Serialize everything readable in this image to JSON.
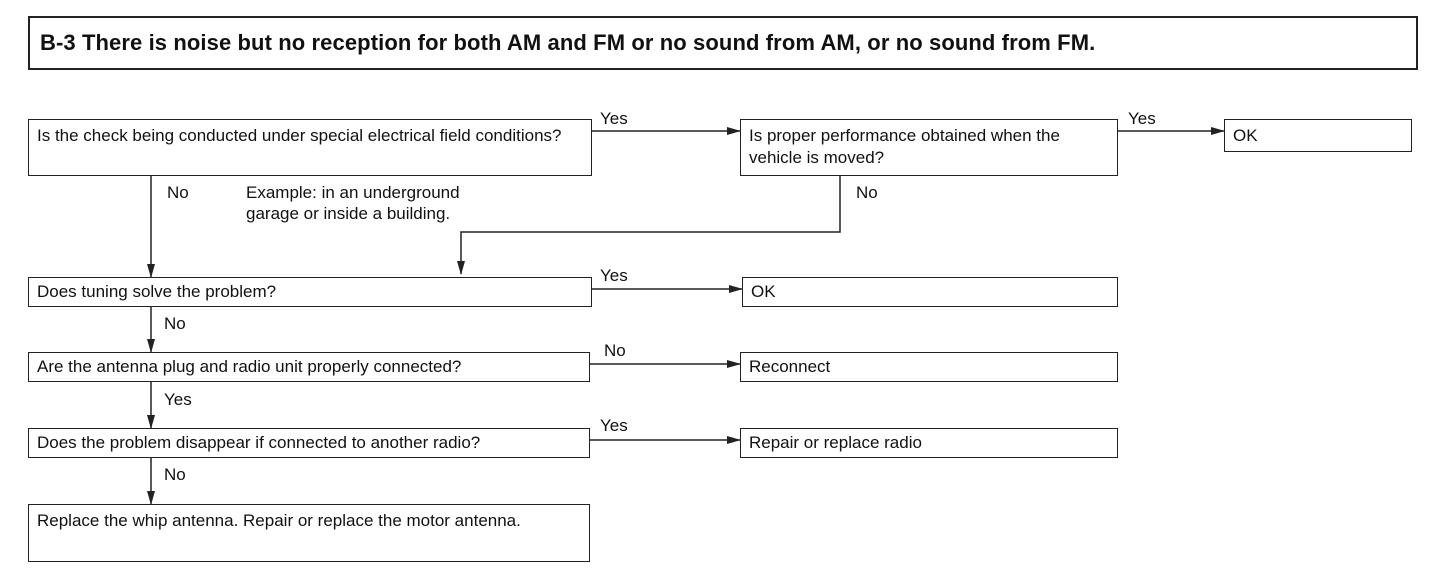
{
  "title": "B-3 There is noise but no reception for both AM and FM or no sound from AM, or no sound from FM.",
  "boxes": {
    "q1": "Is the check being conducted under special electrical field conditions?",
    "q2": "Is proper performance obtained when the vehicle is moved?",
    "ok1": "OK",
    "q3": "Does tuning solve the problem?",
    "ok2": "OK",
    "q4": "Are the antenna plug and radio unit properly connected?",
    "reconnect": "Reconnect",
    "q5": "Does the problem disappear if connected to another radio?",
    "repair": "Repair or replace radio",
    "final": "Replace the whip antenna. Repair or replace the motor antenna."
  },
  "labels": {
    "q1_yes": "Yes",
    "q2_yes": "Yes",
    "q1_no": "No",
    "q2_no": "No",
    "example": "Example: in an underground garage or inside a building.",
    "q3_yes": "Yes",
    "q3_no": "No",
    "q4_no": "No",
    "q4_yes": "Yes",
    "q5_yes": "Yes",
    "q5_no": "No"
  }
}
